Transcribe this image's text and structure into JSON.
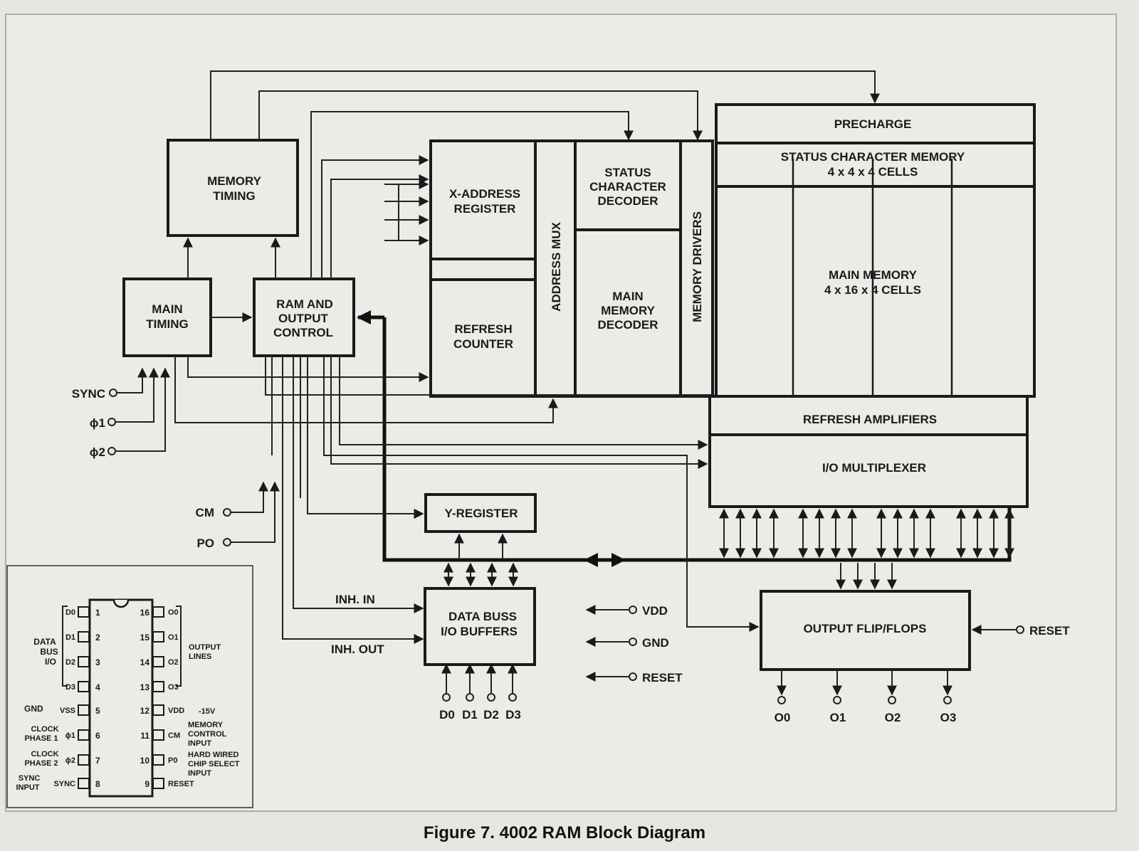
{
  "blocks": {
    "memory_timing": [
      "MEMORY",
      "TIMING"
    ],
    "main_timing": [
      "MAIN",
      "TIMING"
    ],
    "ram_output_control": [
      "RAM AND",
      "OUTPUT",
      "CONTROL"
    ],
    "x_address_register": [
      "X-ADDRESS",
      "REGISTER"
    ],
    "refresh_counter": [
      "REFRESH",
      "COUNTER"
    ],
    "address_mux": "ADDRESS MUX",
    "status_character_decoder": [
      "STATUS",
      "CHARACTER",
      "DECODER"
    ],
    "main_memory_decoder": [
      "MAIN",
      "MEMORY",
      "DECODER"
    ],
    "memory_drivers": "MEMORY DRIVERS",
    "precharge": "PRECHARGE",
    "status_character_memory": [
      "STATUS CHARACTER MEMORY",
      "4 x 4 x 4 CELLS"
    ],
    "main_memory": [
      "MAIN MEMORY",
      "4 x 16 x 4 CELLS"
    ],
    "refresh_amplifiers": "REFRESH AMPLIFIERS",
    "io_multiplexer": "I/O MULTIPLEXER",
    "y_register": "Y-REGISTER",
    "data_buss": [
      "DATA BUSS",
      "I/O BUFFERS"
    ],
    "output_flipflops": "OUTPUT FLIP/FLOPS"
  },
  "signals": {
    "sync": "SYNC",
    "phi1": "ϕ1",
    "phi2": "ϕ2",
    "cm": "CM",
    "po": "PO",
    "inh_in": "INH. IN",
    "inh_out": "INH. OUT",
    "vdd": "VDD",
    "gnd": "GND",
    "reset_left": "RESET",
    "reset_right": "RESET",
    "data_pins": [
      "D0",
      "D1",
      "D2",
      "D3"
    ],
    "out_pins": [
      "O0",
      "O1",
      "O2",
      "O3"
    ]
  },
  "pinout": {
    "left_pins": [
      {
        "num": "1",
        "name": "D0"
      },
      {
        "num": "2",
        "name": "D1"
      },
      {
        "num": "3",
        "name": "D2"
      },
      {
        "num": "4",
        "name": "D3"
      },
      {
        "num": "5",
        "name": "VSS"
      },
      {
        "num": "6",
        "name": "ϕ1"
      },
      {
        "num": "7",
        "name": "ϕ2"
      },
      {
        "num": "8",
        "name": "SYNC"
      }
    ],
    "right_pins": [
      {
        "num": "16",
        "name": "O0"
      },
      {
        "num": "15",
        "name": "O1"
      },
      {
        "num": "14",
        "name": "O2"
      },
      {
        "num": "13",
        "name": "O3"
      },
      {
        "num": "12",
        "name": "VDD"
      },
      {
        "num": "11",
        "name": "CM"
      },
      {
        "num": "10",
        "name": "P0"
      },
      {
        "num": "9",
        "name": "RESET"
      }
    ],
    "data_bus_io": [
      "DATA",
      "BUS",
      "I/O"
    ],
    "gnd": "GND",
    "clock_phase_1": [
      "CLOCK",
      "PHASE 1"
    ],
    "clock_phase_2": [
      "CLOCK",
      "PHASE 2"
    ],
    "sync_input": [
      "SYNC",
      "INPUT"
    ],
    "output_lines": [
      "OUTPUT",
      "LINES"
    ],
    "vdd_value": "-15V",
    "memory_control_input": [
      "MEMORY",
      "CONTROL",
      "INPUT"
    ],
    "hard_wired_chip_select": [
      "HARD WIRED",
      "CHIP SELECT",
      "INPUT"
    ]
  },
  "caption": "Figure 7.   4002 RAM Block Diagram"
}
